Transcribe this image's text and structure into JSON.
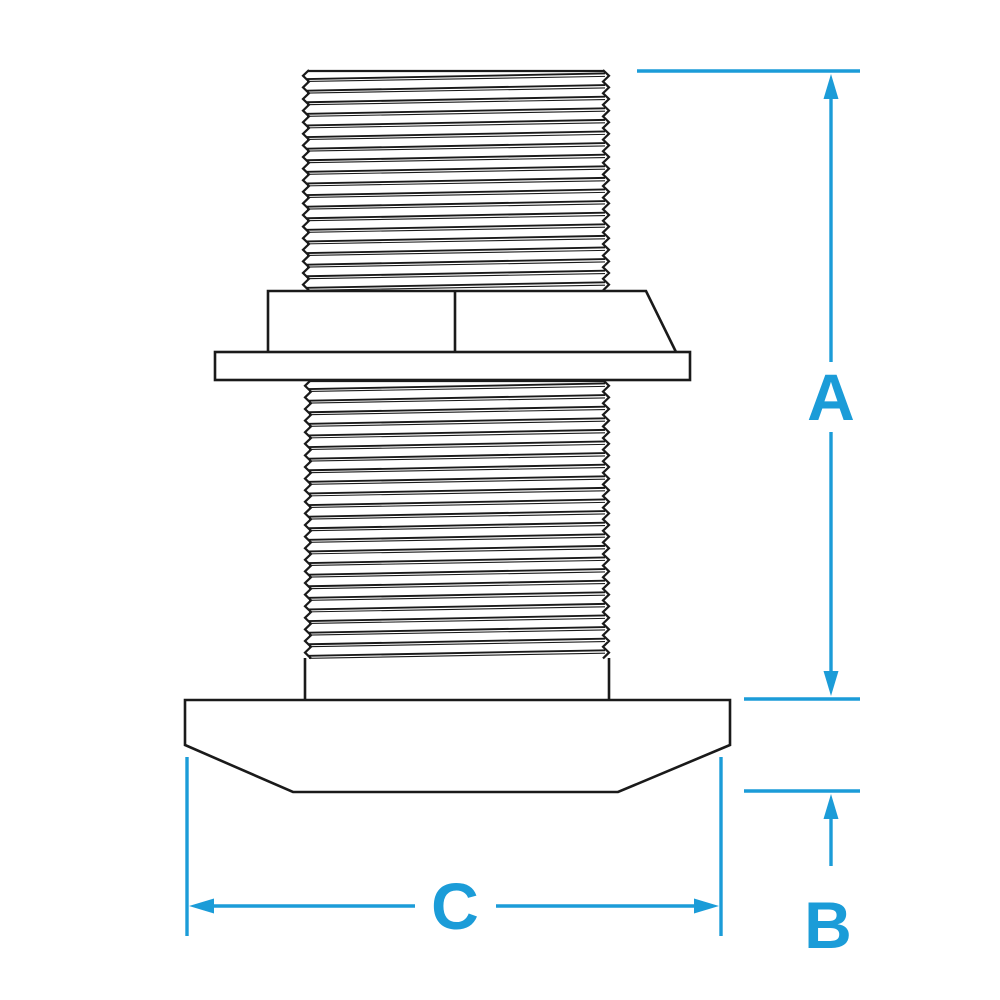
{
  "diagram": {
    "description": "Line drawing of a threaded through-hull fitting: threaded shank, hex locking nut with washer flange, and flanged mushroom base, with three dimension callouts",
    "labels": {
      "a": "A",
      "b": "B",
      "c": "C"
    }
  },
  "colors": {
    "dimension_accent": "#1b9cd8",
    "line": "#1a1a1a",
    "background": "#ffffff"
  }
}
